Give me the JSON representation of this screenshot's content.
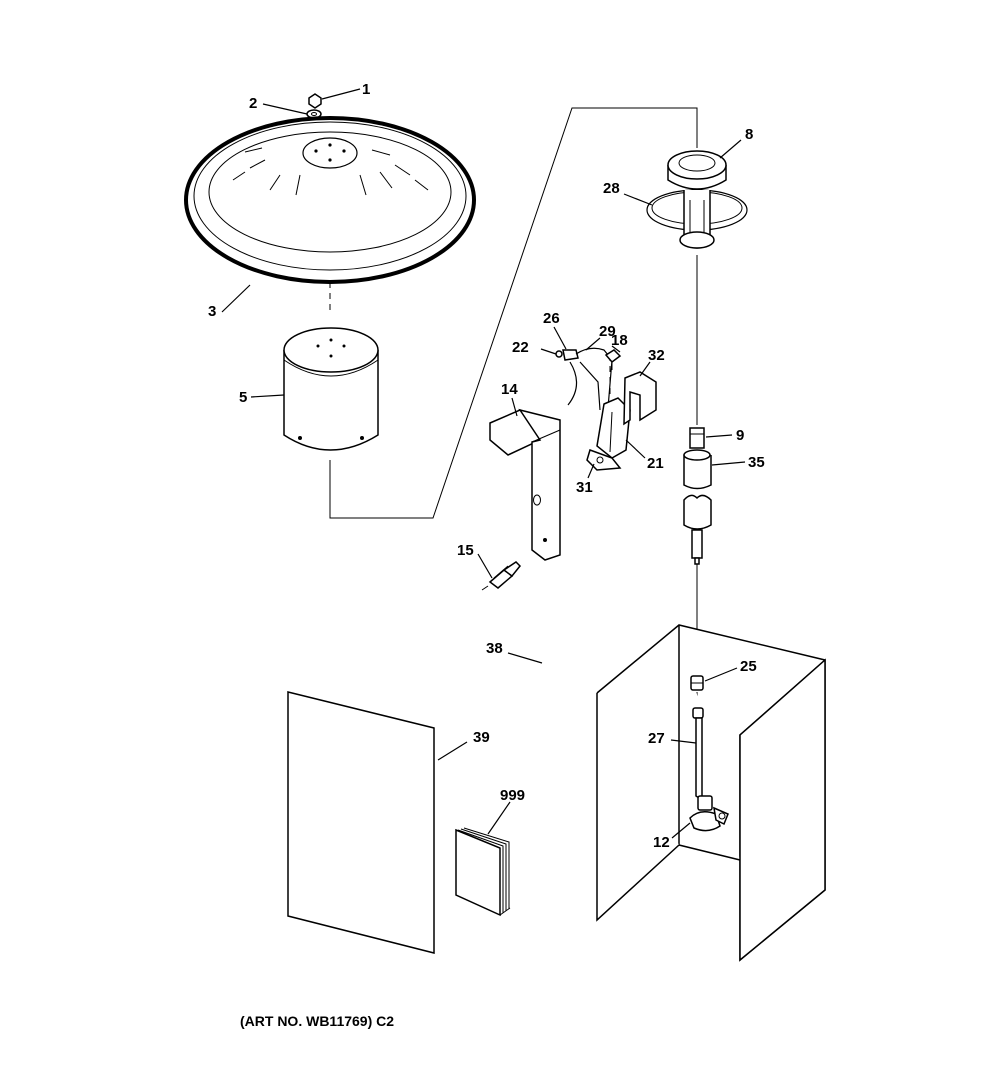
{
  "labels": {
    "p1": "1",
    "p2": "2",
    "p3": "3",
    "p5": "5",
    "p8": "8",
    "p28": "28",
    "p26": "26",
    "p29": "29",
    "p22": "22",
    "p18": "18",
    "p32": "32",
    "p14": "14",
    "p21": "21",
    "p31": "31",
    "p9": "9",
    "p35": "35",
    "p15": "15",
    "p38": "38",
    "p25": "25",
    "p39": "39",
    "p27": "27",
    "p999": "999",
    "p12": "12"
  },
  "caption": "(ART NO. WB11769) C2"
}
